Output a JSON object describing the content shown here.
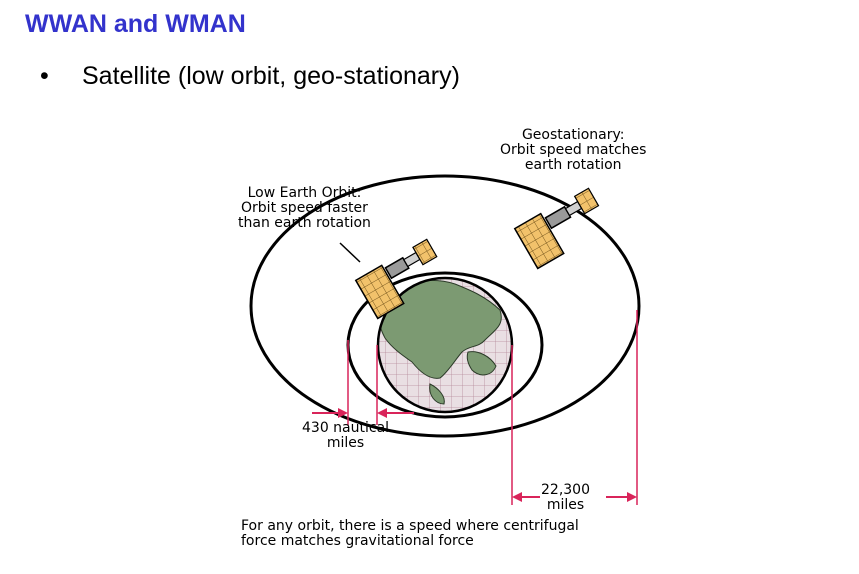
{
  "slide": {
    "title": "WWAN and WMAN",
    "bullet": "Satellite (low orbit, geo-stationary)"
  },
  "diagram": {
    "geo_label": [
      "Geostationary:",
      "Orbit speed matches",
      "earth rotation"
    ],
    "leo_label": [
      "Low Earth Orbit:",
      "Orbit speed faster",
      "than earth rotation"
    ],
    "leo_distance": [
      "430 nautical",
      "miles"
    ],
    "geo_distance": [
      "22,300",
      "miles"
    ],
    "caption": [
      "For any orbit, there is a speed where centrifugal",
      "force matches gravitational force"
    ]
  },
  "colors": {
    "title": "#3333cc",
    "arrow": "#d9245a",
    "land": "#7c9a72",
    "ocean": "#e9dfe3",
    "panel": "#f2c26b"
  }
}
